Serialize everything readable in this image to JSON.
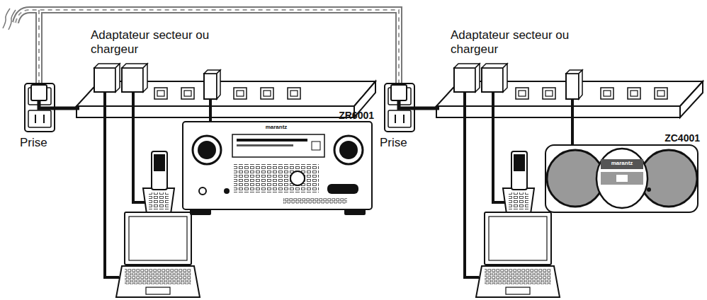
{
  "diagram": {
    "labels": [
      "Adaptateur secteur ou chargeur",
      "Prise",
      "ZR6001",
      "marantz",
      "Adaptateur secteur ou chargeur",
      "Prise",
      "ZC4001",
      "marantz"
    ]
  }
}
